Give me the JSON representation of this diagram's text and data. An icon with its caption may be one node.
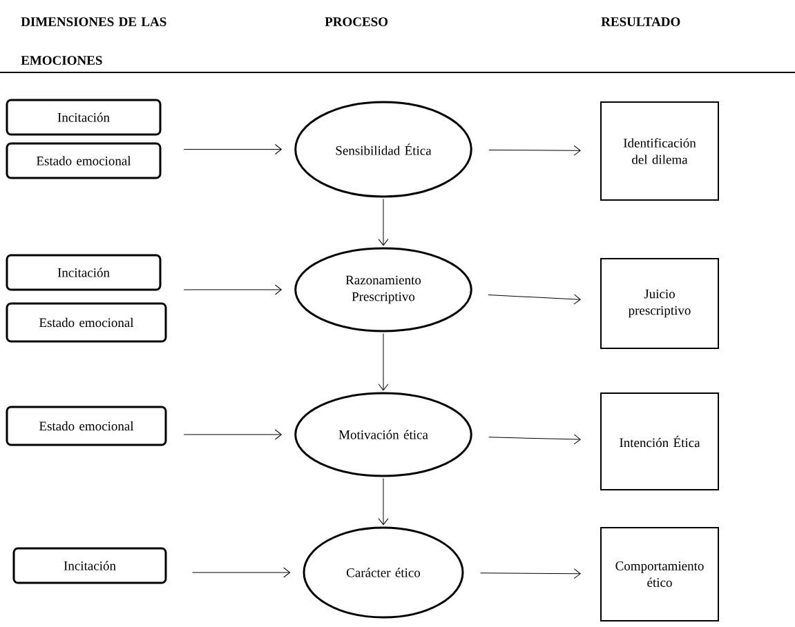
{
  "diagram": {
    "nodes": [
      {
        "text": [
          "Incitación"
        ]
      },
      {
        "text": [
          "Estado emocional"
        ]
      },
      {
        "text": [
          "Sensibilidad Ética"
        ]
      },
      {
        "text": [
          "Identificación del dilema"
        ]
      },
      {
        "text": [
          "Incitación"
        ]
      },
      {
        "text": [
          "Estado emocional"
        ]
      },
      {
        "text": [
          "Razonamiento Prescriptivo"
        ]
      },
      {
        "text": [
          "Juicio prescriptivo"
        ]
      },
      {
        "text": [
          "Estado emocional"
        ]
      },
      {
        "text": [
          "Motivación ética"
        ]
      },
      {
        "text": [
          "Intención Ética"
        ]
      },
      {
        "text": [
          "Incitación"
        ]
      },
      {
        "text": [
          "Carácter ético"
        ]
      },
      {
        "text": [
          "Comportamiento ético"
        ]
      }
    ],
    "edges": [
      {
        "from": null,
        "to": 2,
        "arrow": "to"
      },
      {
        "from": 2,
        "to": 3,
        "arrow": "to"
      },
      {
        "from": 2,
        "to": 6,
        "arrow": "to"
      },
      {
        "from": null,
        "to": 6,
        "arrow": "to"
      },
      {
        "from": 6,
        "to": 7,
        "arrow": "to"
      },
      {
        "from": 6,
        "to": 9,
        "arrow": "to"
      },
      {
        "from": null,
        "to": 9,
        "arrow": "to"
      },
      {
        "from": 9,
        "to": 10,
        "arrow": "to"
      },
      {
        "from": 9,
        "to": 12,
        "arrow": "to"
      },
      {
        "from": null,
        "to": 12,
        "arrow": "to"
      },
      {
        "from": 12,
        "to": 13,
        "arrow": "to"
      }
    ],
    "labels": [
      "DIMENSIONES DE LAS EMOCIONES",
      "PROCESO",
      "RESULTADO"
    ]
  }
}
